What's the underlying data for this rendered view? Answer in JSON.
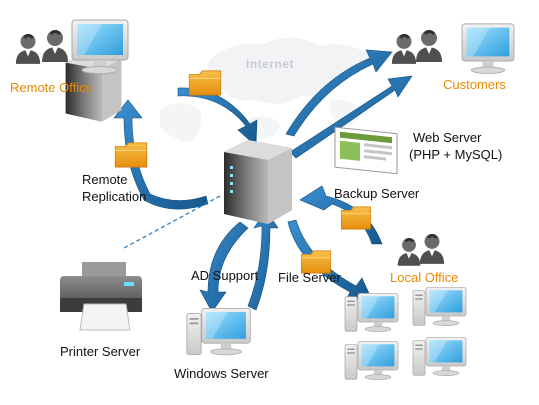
{
  "colors": {
    "orange": "#e88a00",
    "arrow_blue": "#1e6fa8",
    "folder": "#f0a21e",
    "text": "#111111"
  },
  "labels": {
    "internet": "Internet",
    "remote_office": "Remote Office",
    "customers": "Customers",
    "web_server_line1": "Web Server",
    "web_server_line2": "(PHP + MySQL)",
    "remote_replication_line1": "Remote",
    "remote_replication_line2": "Replication",
    "backup_server": "Backup Server",
    "local_office": "Local Office",
    "ad_support": "AD Support",
    "file_server": "File Server",
    "printer_server": "Printer Server",
    "windows_server": "Windows Server"
  },
  "icons": [
    "world-map-icon",
    "nas-server-icon",
    "remote-nas-icon",
    "people-icon",
    "monitor-icon",
    "web-page-icon",
    "printer-icon",
    "folder-icon",
    "arrow-icon"
  ]
}
